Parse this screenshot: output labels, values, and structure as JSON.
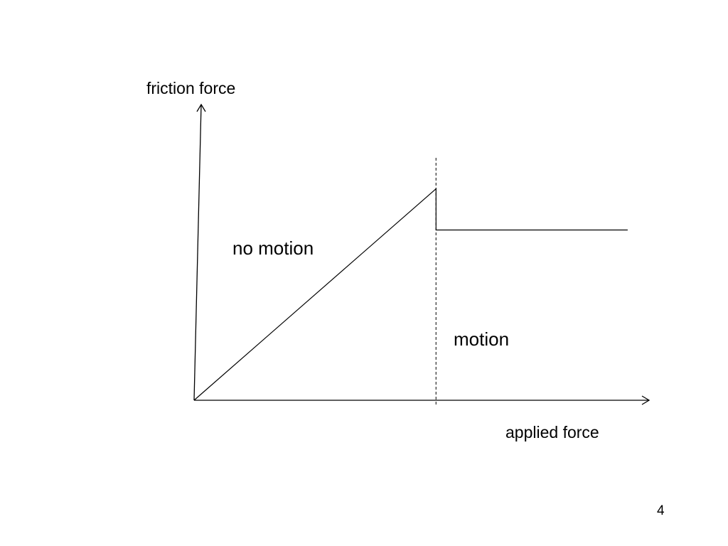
{
  "slide": {
    "page_number": "4"
  },
  "chart_data": {
    "type": "line",
    "title": "",
    "xlabel": "applied force",
    "ylabel": "friction force",
    "xlim": [
      0,
      10
    ],
    "ylim": [
      0,
      10
    ],
    "grid": false,
    "legend": "none",
    "series": [
      {
        "x": [
          0,
          5.3,
          5.3,
          9.5
        ],
        "y": [
          0,
          7.2,
          5.8,
          5.8
        ]
      }
    ],
    "threshold_x": 5.3,
    "annotations": [
      {
        "id": "static",
        "text": "no motion"
      },
      {
        "id": "kinetic",
        "text": "motion"
      }
    ],
    "colors": {
      "line": "#000000",
      "axis": "#000000"
    }
  }
}
